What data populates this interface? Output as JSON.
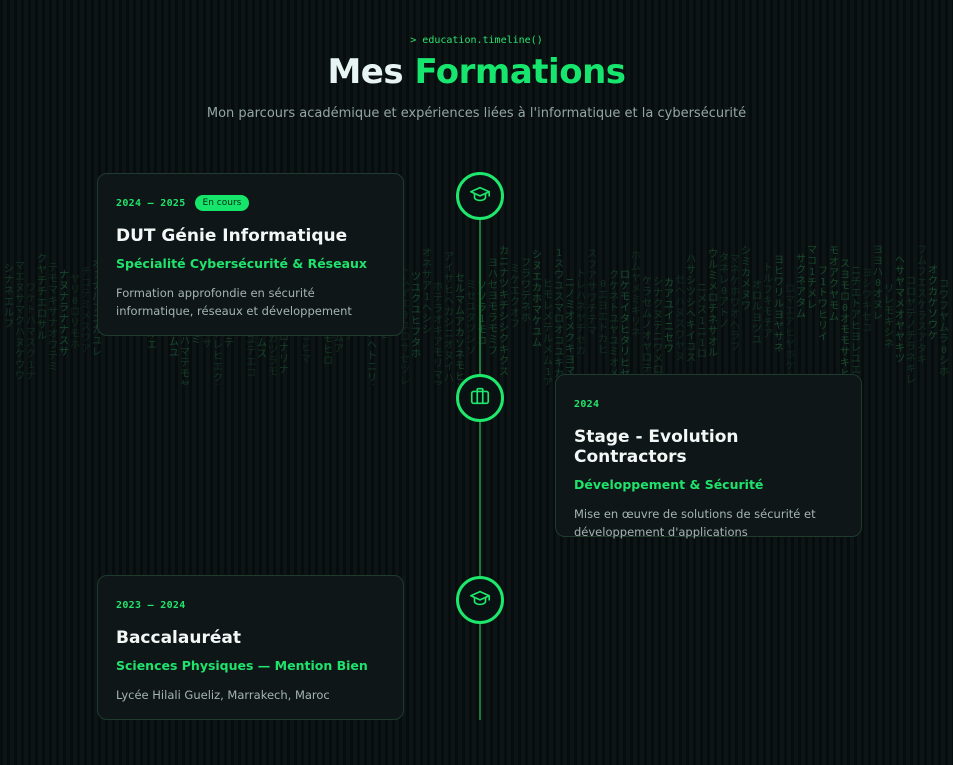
{
  "header": {
    "eyebrow": "> education.timeline()",
    "title_main": "Mes",
    "title_accent": "Formations",
    "subtitle": "Mon parcours académique et expériences liées à l'informatique et la cybersécurité"
  },
  "timeline": [
    {
      "icon": "graduation-cap-icon",
      "date": "2024 – 2025",
      "badge": "En cours",
      "title": "DUT Génie Informatique",
      "subtitle": "Spécialité Cybersécurité & Réseaux",
      "description": "Formation approfondie en sécurité informatique, réseaux et développement"
    },
    {
      "icon": "briefcase-icon",
      "date": "2024",
      "title": "Stage - Evolution Contractors",
      "subtitle": "Développement & Sécurité",
      "description": "Mise en œuvre de solutions de sécurité et développement d'applications"
    },
    {
      "icon": "graduation-cap-icon",
      "date": "2023 – 2024",
      "title": "Baccalauréat",
      "subtitle": "Sciences Physiques — Mention Bien",
      "description": "Lycée Hilali Gueliz, Marrakech, Maroc"
    }
  ],
  "colors": {
    "accent": "#17e66e",
    "background": "#0a1112",
    "card_border": "#1e3b2d"
  }
}
